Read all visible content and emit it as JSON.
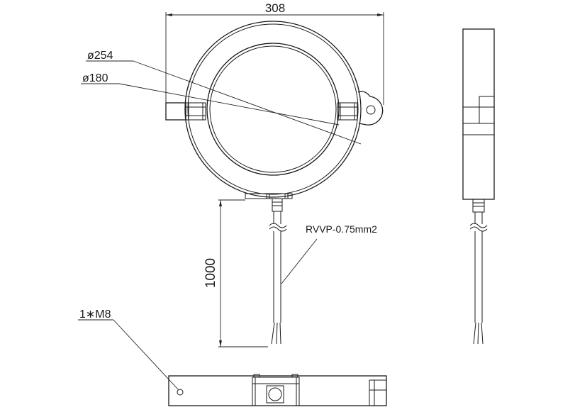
{
  "dimensions": {
    "width": "308",
    "outer_diameter": "ø254",
    "inner_diameter": "ø180",
    "cable_length": "1000",
    "mount": "1∗M8"
  },
  "cable": {
    "type": "RVVP-0.75mm2"
  }
}
